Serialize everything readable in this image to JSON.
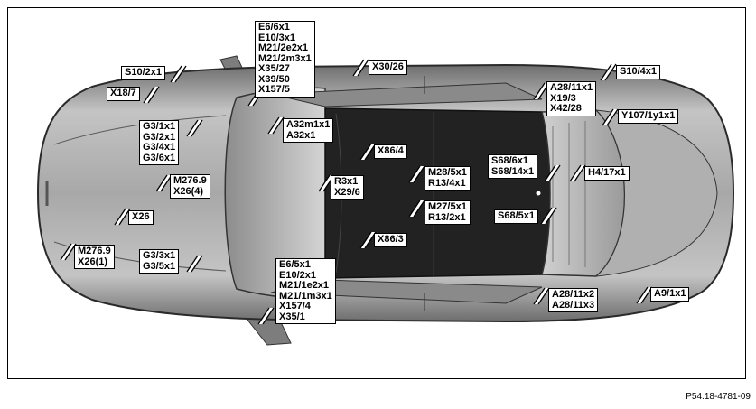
{
  "figure": {
    "reference_code": "P54.18-4781-09",
    "colors": {
      "label_border": "#000000",
      "label_fill": "#ffffff",
      "car_body": "#9a9a9a",
      "roof": "#222222"
    }
  },
  "callouts": [
    {
      "id": "c01",
      "lines": [
        "E6/6x1",
        "E10/3x1",
        "M21/2e2x1",
        "M21/2m3x1",
        "X35/27",
        "X39/50",
        "X157/5"
      ]
    },
    {
      "id": "c02",
      "lines": [
        "S10/2x1"
      ]
    },
    {
      "id": "c03",
      "lines": [
        "X18/7"
      ]
    },
    {
      "id": "c04",
      "lines": [
        "X30/26"
      ]
    },
    {
      "id": "c05",
      "lines": [
        "S10/4x1"
      ]
    },
    {
      "id": "c06",
      "lines": [
        "A28/11x1",
        "X19/3",
        "X42/28"
      ]
    },
    {
      "id": "c07",
      "lines": [
        "Y107/1y1x1"
      ]
    },
    {
      "id": "c08",
      "lines": [
        "A32m1x1",
        "A32x1"
      ]
    },
    {
      "id": "c09",
      "lines": [
        "G3/1x1",
        "G3/2x1",
        "G3/4x1",
        "G3/6x1"
      ]
    },
    {
      "id": "c10",
      "lines": [
        "X86/4"
      ]
    },
    {
      "id": "c11",
      "lines": [
        "S68/6x1",
        "S68/14x1"
      ]
    },
    {
      "id": "c12",
      "lines": [
        "H4/17x1"
      ]
    },
    {
      "id": "c13",
      "lines": [
        "M276.9",
        "X26(4)"
      ]
    },
    {
      "id": "c14",
      "lines": [
        "R3x1",
        "X29/6"
      ]
    },
    {
      "id": "c15",
      "lines": [
        "M28/5x1",
        "R13/4x1"
      ]
    },
    {
      "id": "c16",
      "lines": [
        "M27/5x1",
        "R13/2x1"
      ]
    },
    {
      "id": "c17",
      "lines": [
        "X26"
      ]
    },
    {
      "id": "c18",
      "lines": [
        "S68/5x1"
      ]
    },
    {
      "id": "c19",
      "lines": [
        "X86/3"
      ]
    },
    {
      "id": "c20",
      "lines": [
        "M276.9",
        "X26(1)"
      ]
    },
    {
      "id": "c21",
      "lines": [
        "G3/3x1",
        "G3/5x1"
      ]
    },
    {
      "id": "c22",
      "lines": [
        "E6/5x1",
        "E10/2x1",
        "M21/1e2x1",
        "M21/1m3x1",
        "X157/4",
        "X35/1"
      ]
    },
    {
      "id": "c23",
      "lines": [
        "A28/11x2",
        "A28/11x3"
      ]
    },
    {
      "id": "c24",
      "lines": [
        "A9/1x1"
      ]
    }
  ]
}
